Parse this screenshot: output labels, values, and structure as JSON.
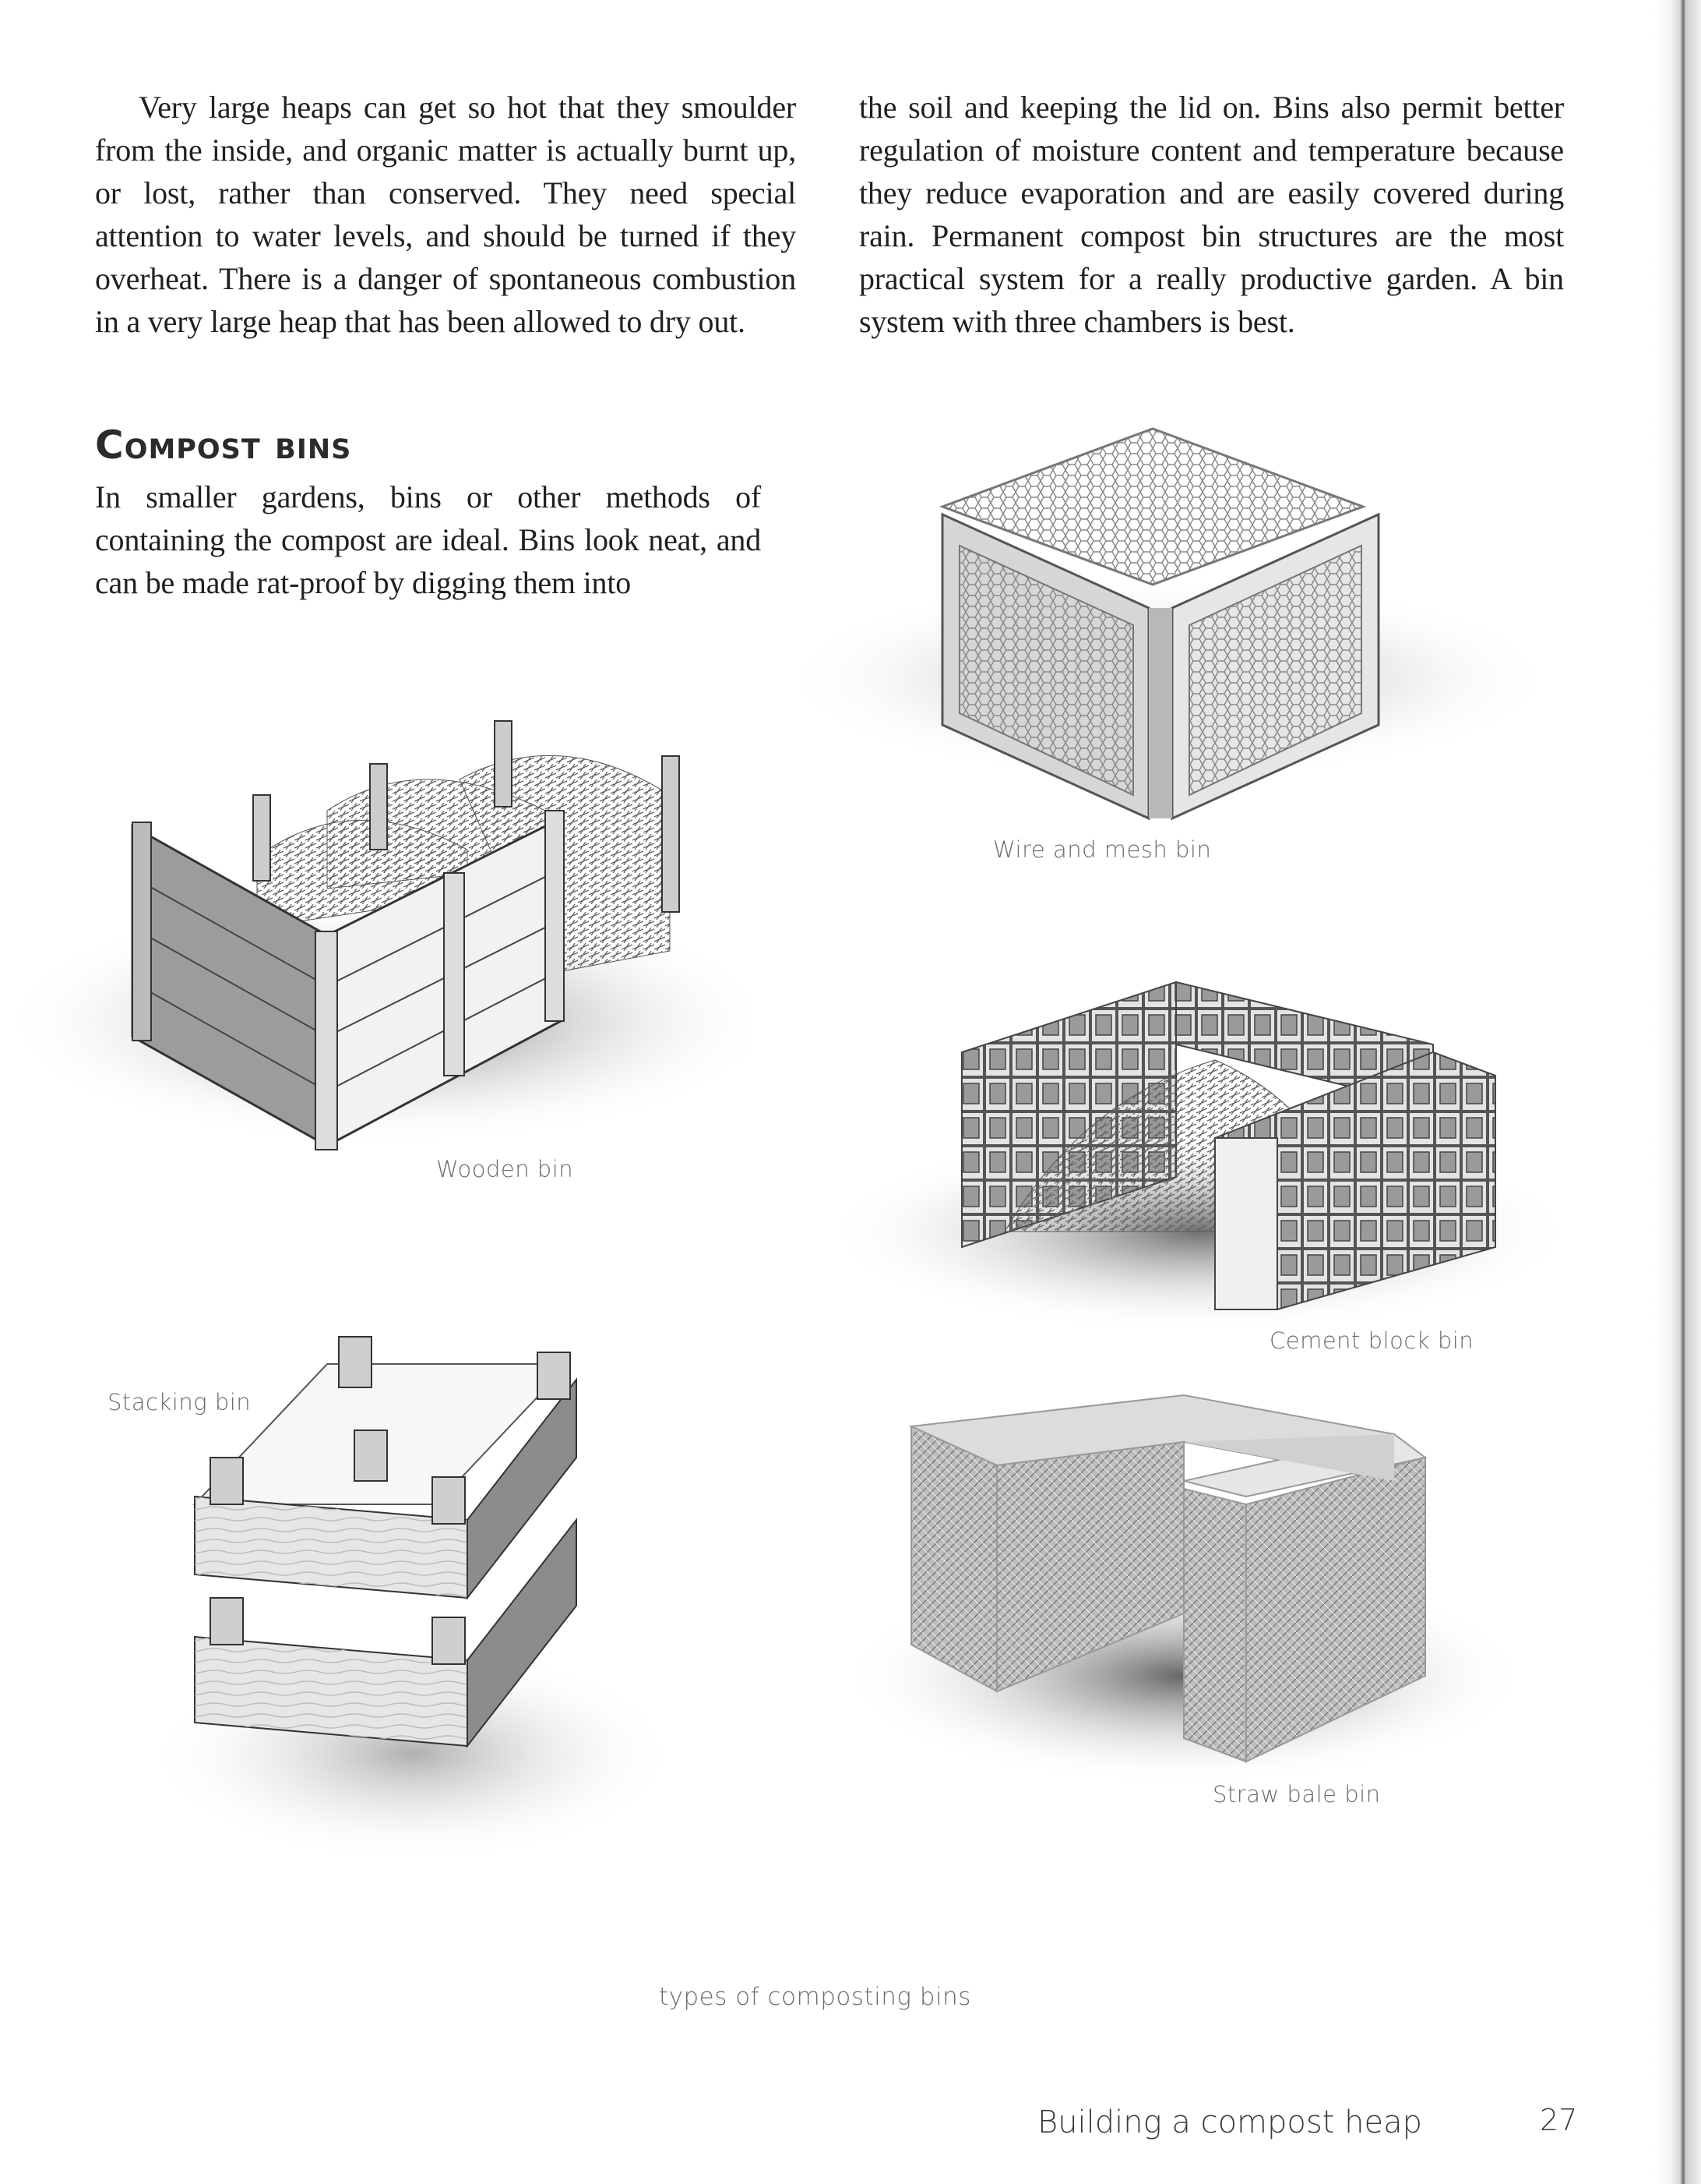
{
  "page": {
    "number": "27",
    "running_footer": "Building a compost heap"
  },
  "body": {
    "left_paragraph": "Very large heaps can get so hot that they smoulder from the inside, and organic matter is actually burnt up, or lost, rather than conserved. They need special attention to water levels, and should be turned if they overheat. There is a danger of spontaneous combustion in a very large heap that has been allowed to dry out.",
    "right_paragraph": "the soil and keeping the lid on. Bins also permit better regulation of moisture content and temperature because they reduce evaporation and are easily covered during rain. Permanent compost bin structures are the most practical system for a really productive garden. A bin system with three chambers is best."
  },
  "section": {
    "heading": "Compost bins",
    "intro": "In smaller gardens, bins or other methods of containing the compost are ideal. Bins look neat, and can be made rat-proof by digging them into"
  },
  "figure": {
    "caption": "types of composting bins",
    "illustrations": [
      {
        "id": "wire-mesh",
        "label": "Wire and mesh bin"
      },
      {
        "id": "wooden",
        "label": "Wooden bin"
      },
      {
        "id": "cement-block",
        "label": "Cement block bin"
      },
      {
        "id": "stacking",
        "label": "Stacking bin"
      },
      {
        "id": "straw-bale",
        "label": "Straw bale bin"
      }
    ]
  },
  "colors": {
    "text": "#231f20",
    "caption": "#6a6a6a",
    "background": "#ffffff"
  }
}
